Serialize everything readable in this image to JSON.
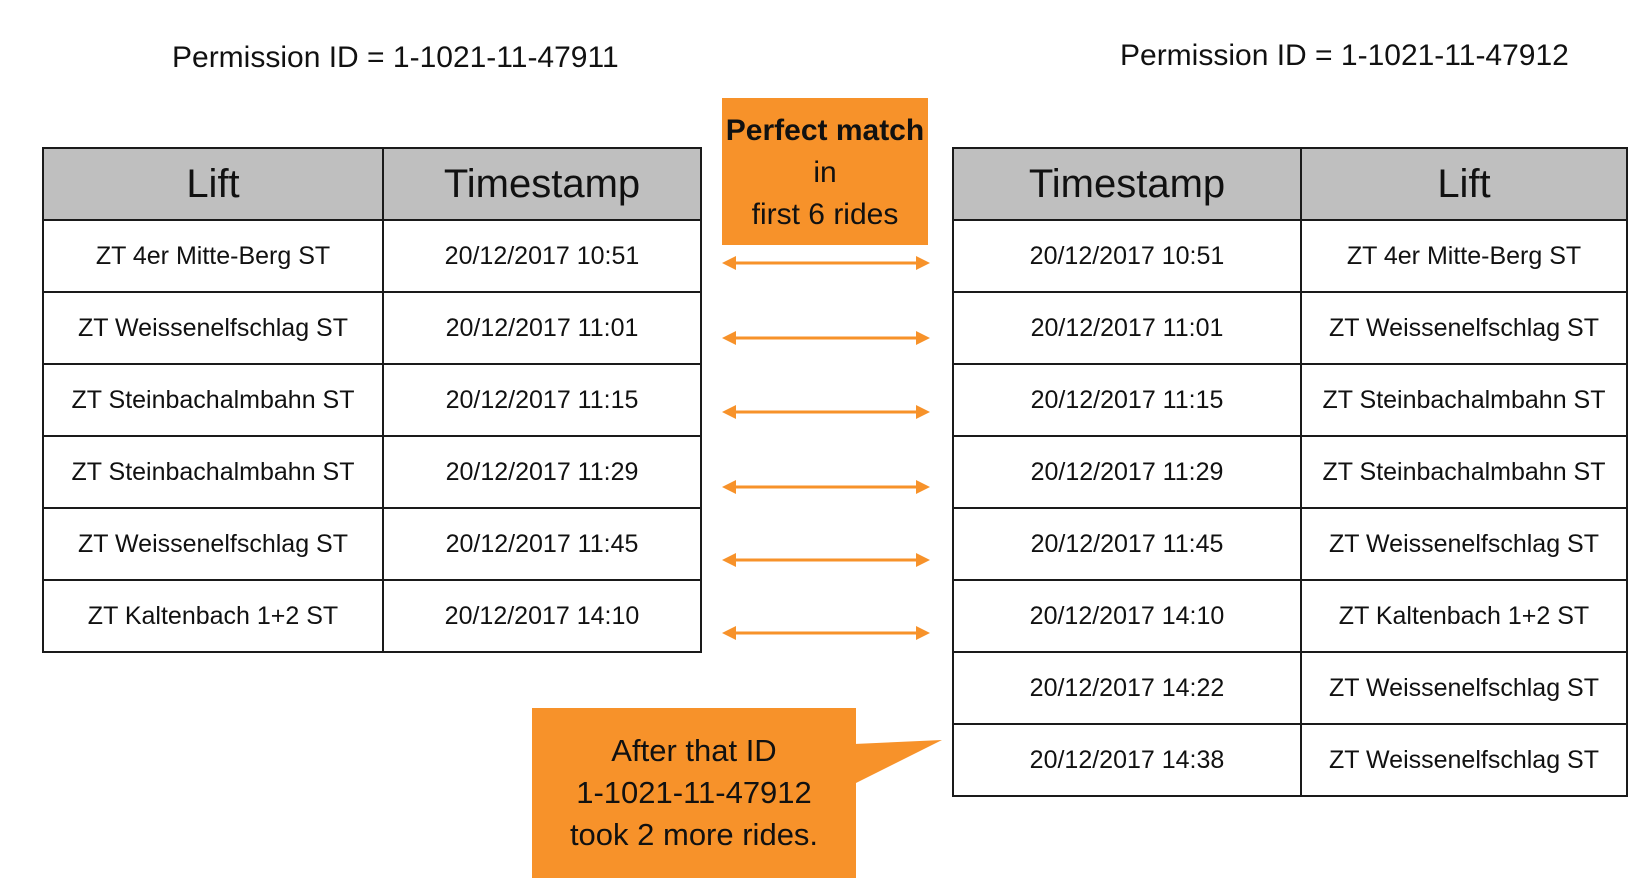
{
  "left": {
    "title": "Permission ID = 1-1021-11-47911",
    "headers": [
      "Lift",
      "Timestamp"
    ],
    "rows": [
      [
        "ZT 4er Mitte-Berg ST",
        "20/12/2017 10:51"
      ],
      [
        "ZT Weissenelfschlag ST",
        "20/12/2017 11:01"
      ],
      [
        "ZT Steinbachalmbahn ST",
        "20/12/2017 11:15"
      ],
      [
        "ZT Steinbachalmbahn ST",
        "20/12/2017 11:29"
      ],
      [
        "ZT Weissenelfschlag ST",
        "20/12/2017 11:45"
      ],
      [
        "ZT Kaltenbach 1+2 ST",
        "20/12/2017 14:10"
      ]
    ]
  },
  "right": {
    "title": "Permission ID = 1-1021-11-47912",
    "headers": [
      "Timestamp",
      "Lift"
    ],
    "rows": [
      [
        "20/12/2017 10:51",
        "ZT 4er Mitte-Berg ST"
      ],
      [
        "20/12/2017 11:01",
        "ZT Weissenelfschlag ST"
      ],
      [
        "20/12/2017 11:15",
        "ZT Steinbachalmbahn ST"
      ],
      [
        "20/12/2017 11:29",
        "ZT Steinbachalmbahn ST"
      ],
      [
        "20/12/2017 11:45",
        "ZT Weissenelfschlag ST"
      ],
      [
        "20/12/2017 14:10",
        "ZT Kaltenbach 1+2 ST"
      ],
      [
        "20/12/2017 14:22",
        "ZT Weissenelfschlag ST"
      ],
      [
        "20/12/2017 14:38",
        "ZT Weissenelfschlag ST"
      ]
    ]
  },
  "match_note": {
    "bold_text": "Perfect match",
    "rest_1": "in",
    "rest_2": "first 6 rides"
  },
  "after_note": {
    "line1": "After that ID",
    "line2": "1-1021-11-47912",
    "line3": "took 2 more rides."
  },
  "colors": {
    "accent": "#f7922a",
    "header_fill": "#bfbfbf",
    "border": "#1a1a1a"
  },
  "arrow_count": 6
}
